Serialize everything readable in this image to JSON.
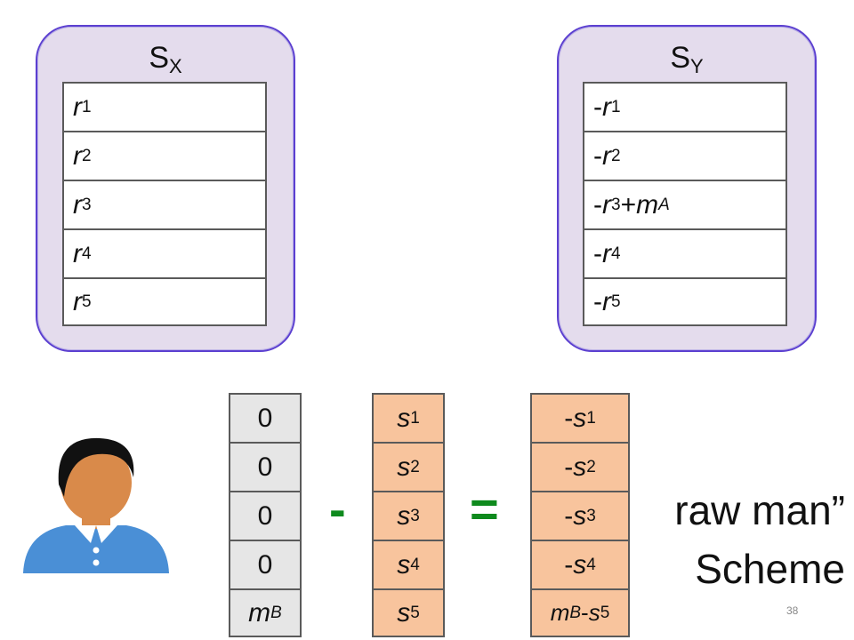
{
  "servers": [
    {
      "base": "S",
      "sub": "X",
      "cells": [
        {
          "pre": "",
          "var": "r",
          "sub": "1",
          "post": ""
        },
        {
          "pre": "",
          "var": "r",
          "sub": "2",
          "post": ""
        },
        {
          "pre": "",
          "var": "r",
          "sub": "3",
          "post": ""
        },
        {
          "pre": "",
          "var": "r",
          "sub": "4",
          "post": ""
        },
        {
          "pre": "",
          "var": "r",
          "sub": "5",
          "post": ""
        }
      ]
    },
    {
      "base": "S",
      "sub": "Y",
      "cells": [
        {
          "pre": "-",
          "var": "r",
          "sub": "1",
          "post": ""
        },
        {
          "pre": "-",
          "var": "r",
          "sub": "2",
          "post": ""
        },
        {
          "pre": "-",
          "var": "r",
          "sub": "3",
          "post": "+",
          "var2": "m",
          "sub2": "A"
        },
        {
          "pre": "-",
          "var": "r",
          "sub": "4",
          "post": ""
        },
        {
          "pre": "-",
          "var": "r",
          "sub": "5",
          "post": ""
        }
      ]
    }
  ],
  "vector_zero": [
    "0",
    "0",
    "0",
    "0"
  ],
  "vector_zero_last": {
    "var": "m",
    "sub": "B"
  },
  "vector_s": [
    {
      "var": "s",
      "sub": "1"
    },
    {
      "var": "s",
      "sub": "2"
    },
    {
      "var": "s",
      "sub": "3"
    },
    {
      "var": "s",
      "sub": "4"
    },
    {
      "var": "s",
      "sub": "5"
    }
  ],
  "vector_result": [
    {
      "pre": "-",
      "var": "s",
      "sub": "1"
    },
    {
      "pre": "-",
      "var": "s",
      "sub": "2"
    },
    {
      "pre": "-",
      "var": "s",
      "sub": "3"
    },
    {
      "pre": "-",
      "var": "s",
      "sub": "4"
    }
  ],
  "vector_result_last": {
    "var": "m",
    "sub": "B",
    "mid": " -",
    "var2": "s",
    "sub2": "5"
  },
  "operators": {
    "minus": "-",
    "equals": "="
  },
  "caption": {
    "line1": "raw man”",
    "line2": "Scheme"
  },
  "page_number": "38",
  "colors": {
    "server_fill": "#e4dced",
    "server_border": "#5b3fd0",
    "peach": "#f8c49d",
    "green": "#0e8a1d",
    "shirt": "#4a8fd6",
    "skin": "#d98a4a"
  }
}
